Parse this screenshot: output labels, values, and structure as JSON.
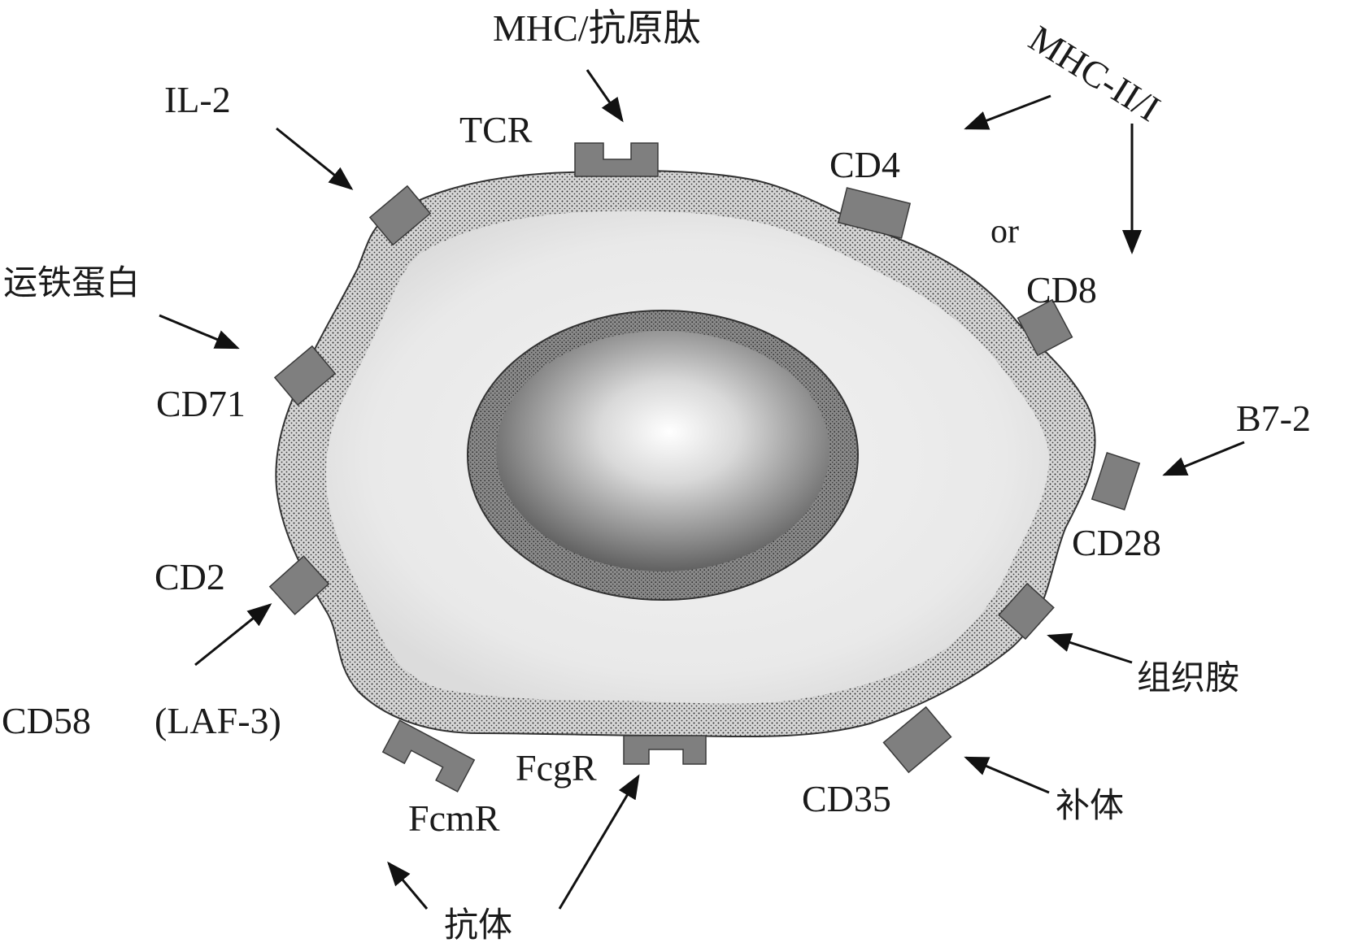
{
  "labels": {
    "mhc_peptide": "MHC/抗原肽",
    "tcr": "TCR",
    "il2": "IL-2",
    "mhc_class": "MHC-II/I",
    "cd4": "CD4",
    "or": "or",
    "cd8": "CD8",
    "transferrin": "运铁蛋白",
    "cd71": "CD71",
    "b72": "B7-2",
    "cd28": "CD28",
    "cd2": "CD2",
    "histamine": "组织胺",
    "cd58": "CD58",
    "laf3": "(LAF-3)",
    "fcgr": "FcgR",
    "fcmr": "FcmR",
    "cd35": "CD35",
    "complement": "补体",
    "antibody": "抗体"
  },
  "colors": {
    "receptor": "#7f7f7f",
    "membrane_dots": "#2b2b2b",
    "cytoplasm": "#ebebeb",
    "nucleus_dark": "#5a5a5a",
    "nucleus_light": "#ffffff"
  }
}
